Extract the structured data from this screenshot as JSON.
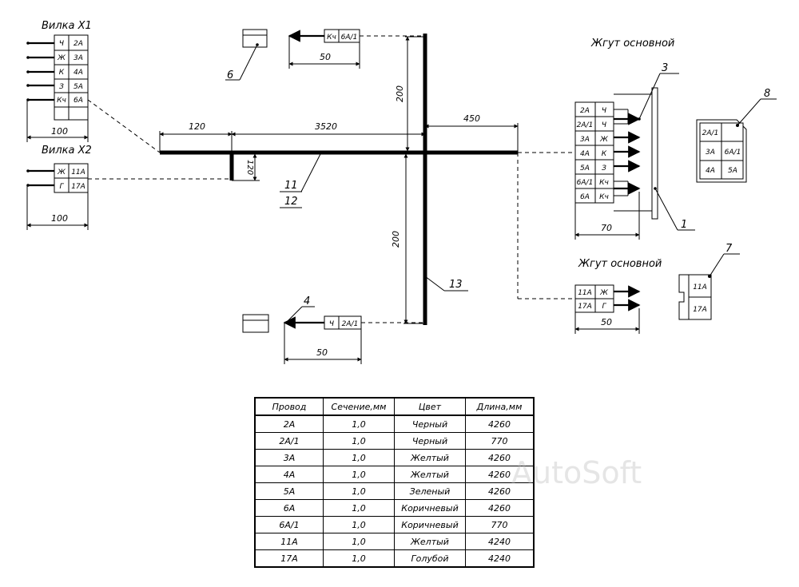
{
  "labels": {
    "plug_x1": "Вилка Х1",
    "plug_x2": "Вилка Х2",
    "main_harness_top": "Жгут основной",
    "main_harness_bottom": "Жгут основной"
  },
  "plug_x1_rows": [
    {
      "color": "Ч",
      "wire": "2А"
    },
    {
      "color": "Ж",
      "wire": "3А"
    },
    {
      "color": "К",
      "wire": "4А"
    },
    {
      "color": "З",
      "wire": "5А"
    },
    {
      "color": "Кч",
      "wire": "6А"
    }
  ],
  "plug_x2_rows": [
    {
      "color": "Ж",
      "wire": "11А"
    },
    {
      "color": "Г",
      "wire": "17А"
    }
  ],
  "right_block_rows": [
    {
      "wire": "2А",
      "color": "Ч"
    },
    {
      "wire": "2А/1",
      "color": "Ч"
    },
    {
      "wire": "3А",
      "color": "Ж"
    },
    {
      "wire": "4А",
      "color": "К"
    },
    {
      "wire": "5А",
      "color": "З"
    },
    {
      "wire": "6А/1",
      "color": "Кч"
    },
    {
      "wire": "6А",
      "color": "Кч"
    }
  ],
  "lower_right_rows": [
    {
      "wire": "11А",
      "color": "Ж"
    },
    {
      "wire": "17А",
      "color": "Г"
    }
  ],
  "top_branch": {
    "color": "Кч",
    "wire": "6А/1"
  },
  "bottom_branch": {
    "color": "Ч",
    "wire": "2А/1"
  },
  "connector8_cells": [
    "2А/1",
    "3А",
    "6А/1",
    "4А",
    "5А"
  ],
  "connector7_cells": [
    "11А",
    "17А"
  ],
  "dimensions": {
    "x1_width": "100",
    "x2_width": "100",
    "left_stub": "120",
    "trunk": "3520",
    "down_stub": "120",
    "top_branch_len": "200",
    "bottom_branch_len": "200",
    "right_branch": "450",
    "right_block_width": "70",
    "lower_right_width": "50",
    "top_tip_width": "50",
    "bottom_tip_width": "50"
  },
  "callouts": {
    "c1": "1",
    "c3": "3",
    "c4": "4",
    "c6": "6",
    "c7": "7",
    "c8": "8",
    "c11": "11",
    "c12": "12",
    "c13": "13"
  },
  "table": {
    "headers": [
      "Провод",
      "Сечение,мм",
      "Цвет",
      "Длина,мм"
    ],
    "rows": [
      [
        "2А",
        "1,0",
        "Черный",
        "4260"
      ],
      [
        "2А/1",
        "1,0",
        "Черный",
        "770"
      ],
      [
        "3А",
        "1,0",
        "Желтый",
        "4260"
      ],
      [
        "4А",
        "1,0",
        "Желтый",
        "4260"
      ],
      [
        "5А",
        "1,0",
        "Зеленый",
        "4260"
      ],
      [
        "6А",
        "1,0",
        "Коричневый",
        "4260"
      ],
      [
        "6А/1",
        "1,0",
        "Коричневый",
        "770"
      ],
      [
        "11А",
        "1,0",
        "Желтый",
        "4240"
      ],
      [
        "17А",
        "1,0",
        "Голубой",
        "4240"
      ]
    ]
  },
  "watermark": "AutoSoft"
}
